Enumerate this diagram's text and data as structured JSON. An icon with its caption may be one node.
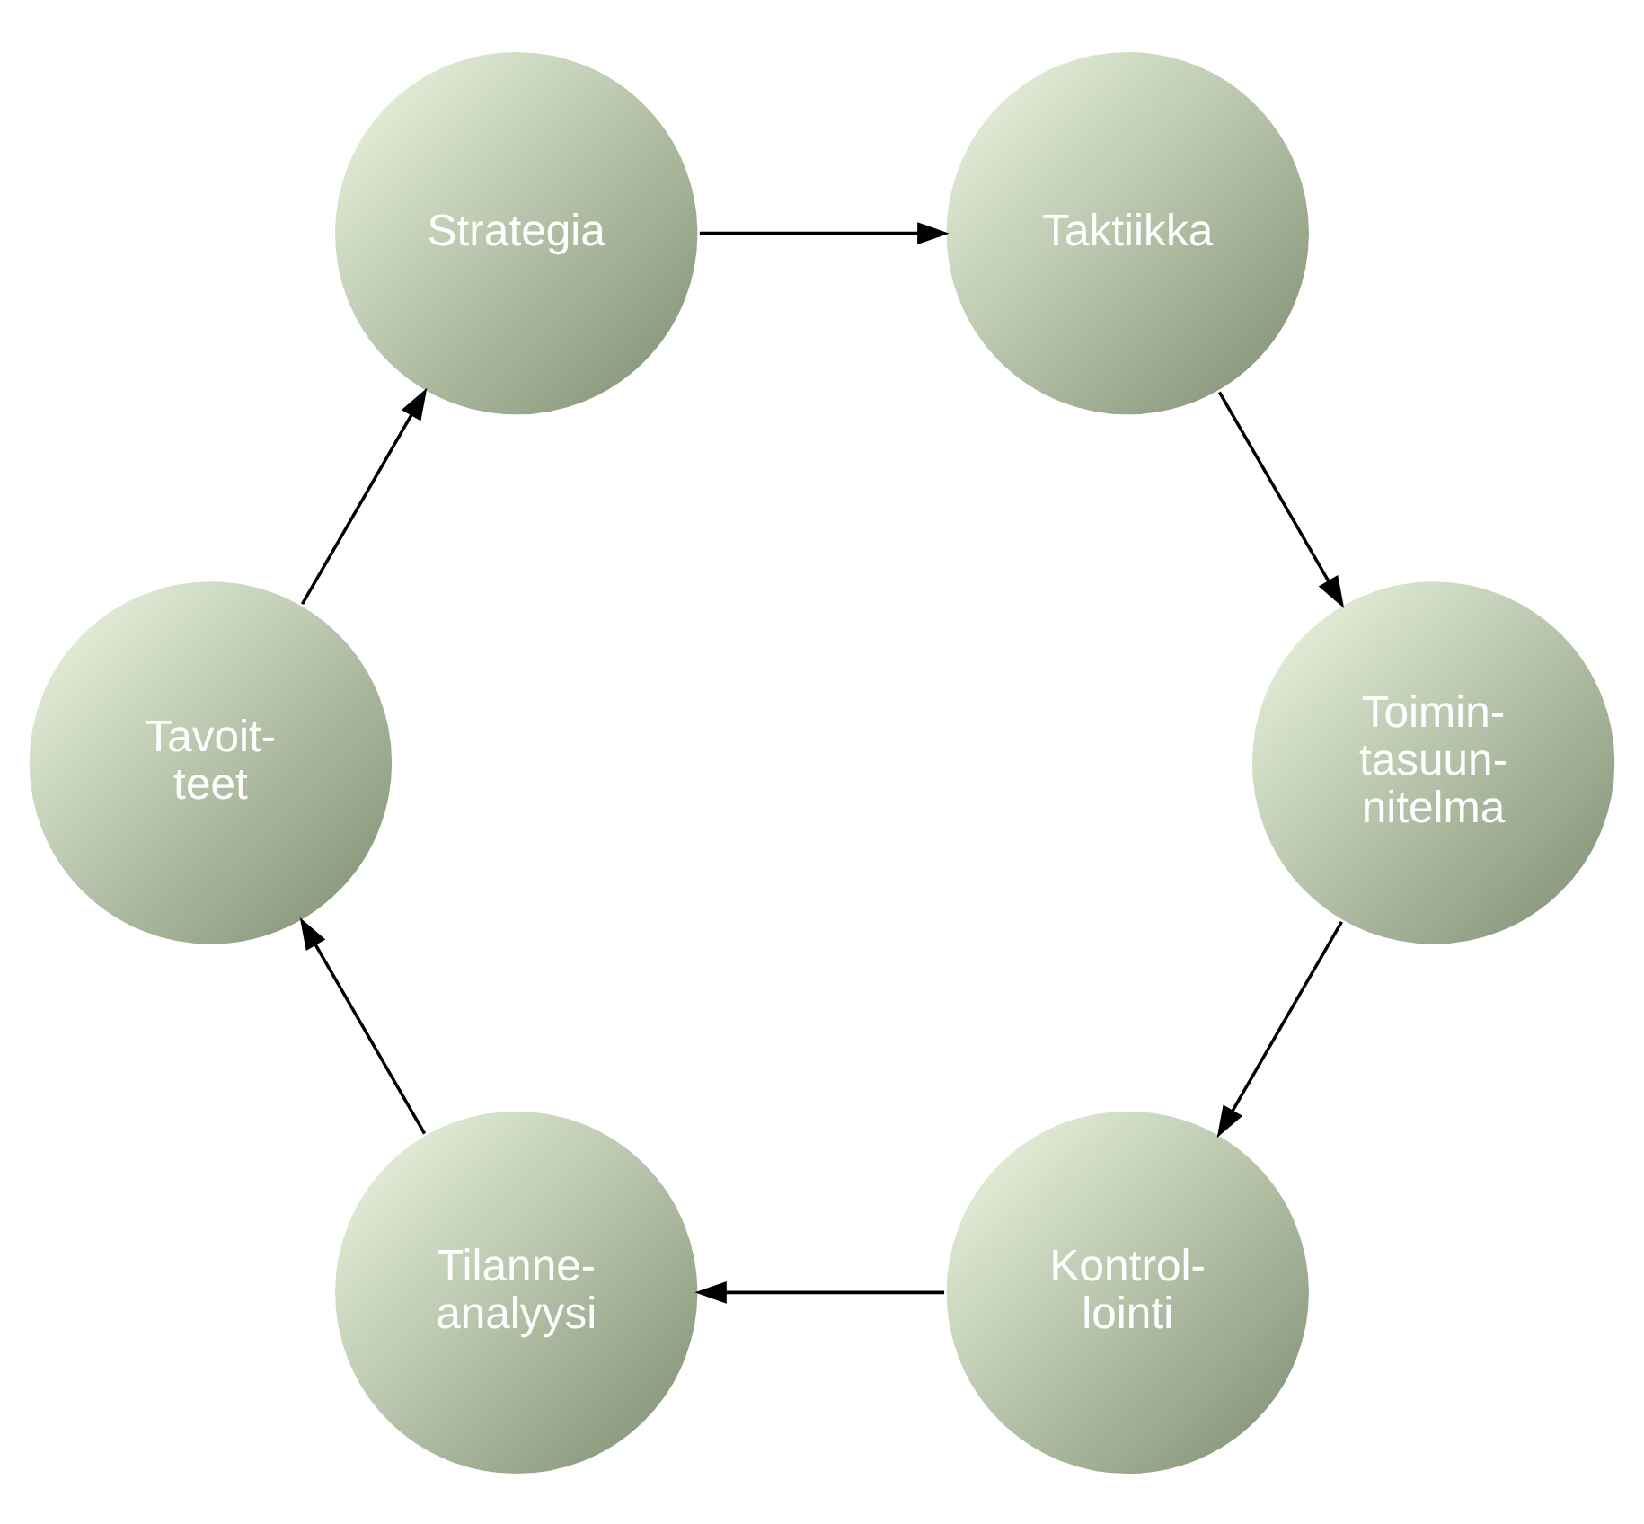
{
  "diagram": {
    "nodes": [
      {
        "text": [
          "Kontrol- lointi"
        ]
      },
      {
        "text": [
          "Tilanne- analyysi"
        ]
      },
      {
        "text": [
          "Toimin- tasuun- nitelma"
        ]
      },
      {
        "text": [
          "Tavoit- teet"
        ]
      },
      {
        "text": [
          "Taktiikka"
        ]
      },
      {
        "text": [
          "Strategia"
        ]
      }
    ],
    "edges": [
      {
        "from": 0,
        "to": 1,
        "arrow": "to"
      },
      {
        "from": 1,
        "to": 3,
        "arrow": "to"
      },
      {
        "from": 3,
        "to": 5,
        "arrow": "to"
      },
      {
        "from": 5,
        "to": 4,
        "arrow": "to"
      },
      {
        "from": 4,
        "to": 2,
        "arrow": "to"
      },
      {
        "from": 2,
        "to": 0,
        "arrow": "to"
      }
    ]
  }
}
